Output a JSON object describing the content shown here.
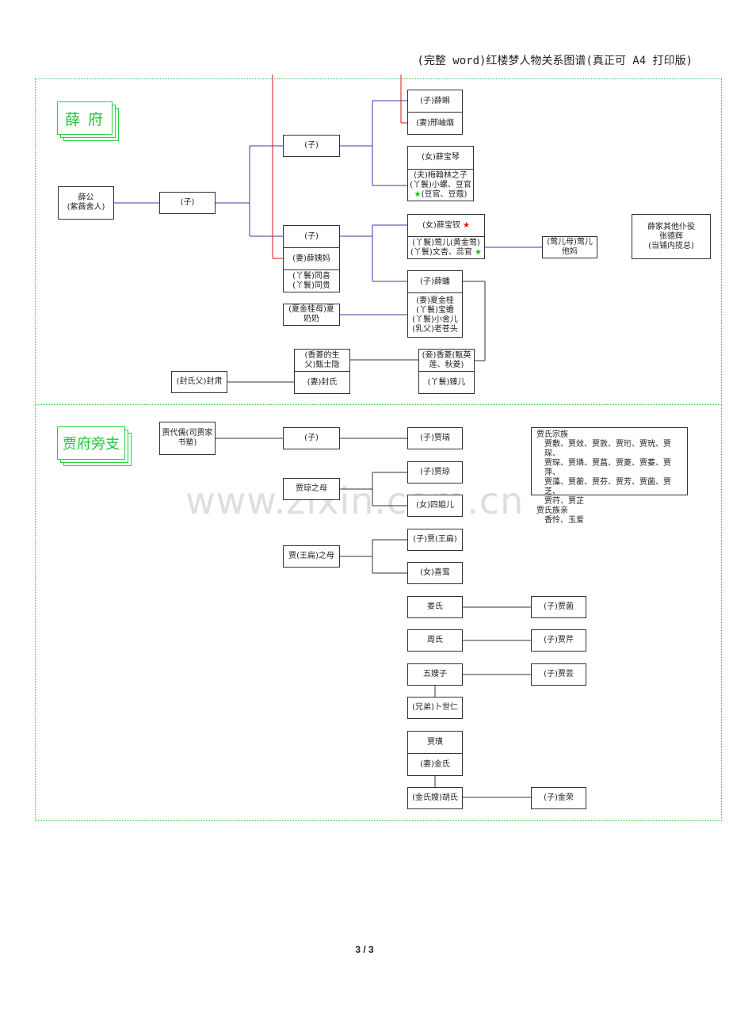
{
  "document": {
    "title": "(完整 word)红楼梦人物关系图谱(真正可 A4 打印版)",
    "page_number": "3 / 3"
  },
  "watermark": "www.zixin.com.cn",
  "colors": {
    "frame": "#2ecc40",
    "label": "#22c434",
    "red_line": "#e01010",
    "blue_line": "#3a3aa8",
    "star_red": "#e01010",
    "star_green": "#12c012"
  },
  "sections": {
    "xue": {
      "label": "薛 府"
    },
    "jia": {
      "label": "贾府旁支"
    }
  },
  "xue": {
    "xuegong": [
      "薛公",
      "(紫薇舍人)"
    ],
    "zi_top": "(子)",
    "zi_upper": "(子)",
    "xueke": "(子)薛蝌",
    "xingxiuyan": "(妻)邢岫烟",
    "xuebaoqin": "(女)薛宝琴",
    "baoqin_detail": [
      "(夫)梅翰林之子",
      "(丫鬟)小螺、豆官",
      "(豆官、豆蔻)"
    ],
    "zi_lower": "(子)",
    "yima": "(妻)薛姨妈",
    "yima_maids": [
      "(丫鬟)同喜",
      "(丫鬟)同贵"
    ],
    "xuebaochai": "(女)薛宝钗",
    "baochai_maids": [
      "(丫鬟)莺儿(黄金莺)",
      "(丫鬟)文杏、蕊官"
    ],
    "yingermu": [
      "(莺儿母)莺儿",
      "他妈"
    ],
    "xuepan": "(子)薛蟠",
    "xuepan_family": [
      "(妻)夏金桂",
      "(丫鬟)宝蟾",
      "(丫鬟)小舍儿",
      "(乳父)老苍头"
    ],
    "xiajinguimu": [
      "(夏金桂母)夏",
      "奶奶"
    ],
    "zhenshiyin": [
      "(香菱的生",
      "父)甄士隐"
    ],
    "fengshi": "(妻)封氏",
    "fengsu": "(封氏父)封肃",
    "xiangling": [
      "(妾)香菱(甄英",
      "莲、秋菱)"
    ],
    "zhener": "(丫鬟)臻儿",
    "servants": [
      "薛家其他仆役",
      "张德辉",
      "(当铺内揽总)"
    ]
  },
  "jia": {
    "jiadaiju": [
      "贾代儒(司贾家",
      "书塾)"
    ],
    "zi": "(子)",
    "jiarui": "(子)贾瑞",
    "jiaqiongmu": "贾琼之母",
    "jiaqiong": "(子)贾琼",
    "sijieer": "(女)四姐儿",
    "jiabianmu": "贾(王扁)之母",
    "jiabian": "(子)贾(王扁)",
    "xiluan": "(女)喜鸾",
    "loushi": "娄氏",
    "jiajun": "(子)贾菌",
    "zhoushi": "周氏",
    "jiaqin": "(子)贾芹",
    "wusaozi": "五嫂子",
    "jiayun": "(子)贾芸",
    "bushiren": "(兄弟)卜世仁",
    "jiahuang": "贾璜",
    "jinshi": "(妻)金氏",
    "huoshi": "(金氏嫂)胡氏",
    "jinrong": "(子)金荣",
    "clan": {
      "heading1": "贾氏宗族",
      "lines1": [
        "贾敷、贾效、贾敦、贾珩、贾珖、贾琛、",
        "贾琛、贾璘、贾菖、贾菱、贾蓁、贾萍、",
        "贾藻、贾蘅、贾芬、贾芳、贾菌、贾芝、",
        "贾荇、贾芷"
      ],
      "heading2": "贾氏族亲",
      "lines2": [
        "香怜、玉爱"
      ]
    }
  }
}
